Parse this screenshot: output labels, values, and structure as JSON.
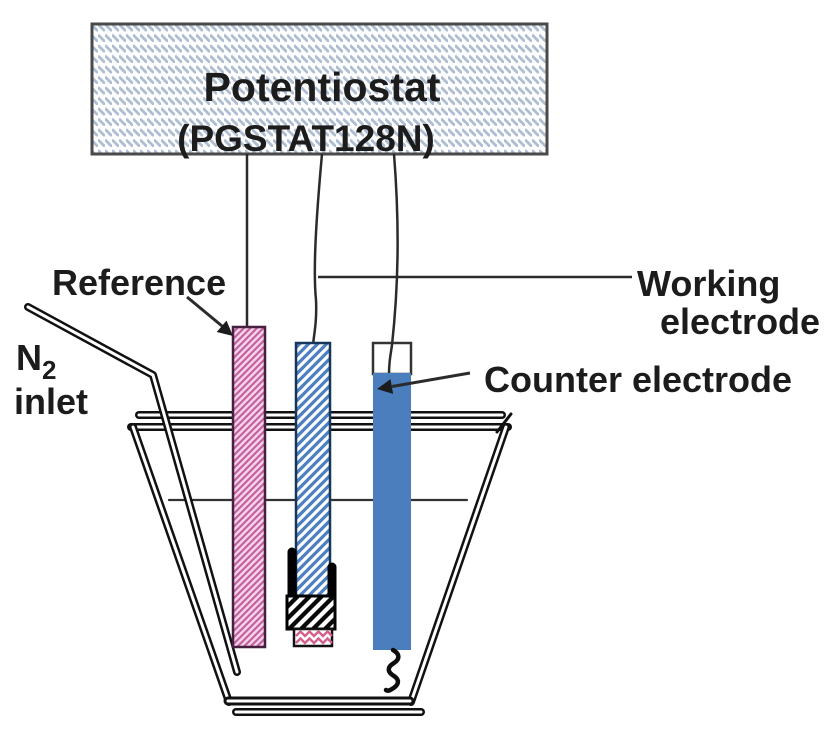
{
  "potentiostat": {
    "title": "Potentiostat",
    "model": "(PGSTAT128N)"
  },
  "labels": {
    "reference": "Reference",
    "working_line1": "Working",
    "working_line2": "electrode",
    "counter": "Counter electrode",
    "n2_symbol": "N",
    "n2_subscript": "2",
    "inlet_word": "inlet"
  },
  "colors": {
    "potentiostat_hatch": "#aebdd2",
    "potentiostat_border": "#4a4a4a",
    "reference_fill": "#f6d2e8",
    "reference_hatch": "#c45f9f",
    "reference_border": "#46203f",
    "working_fill": "#4d80c0",
    "working_hatch": "#ffffff",
    "working_border": "#16365c",
    "counter_fill": "#4a7ebc",
    "tip_zigzag": "#d4608c",
    "line_color": "#2b2b2b"
  }
}
